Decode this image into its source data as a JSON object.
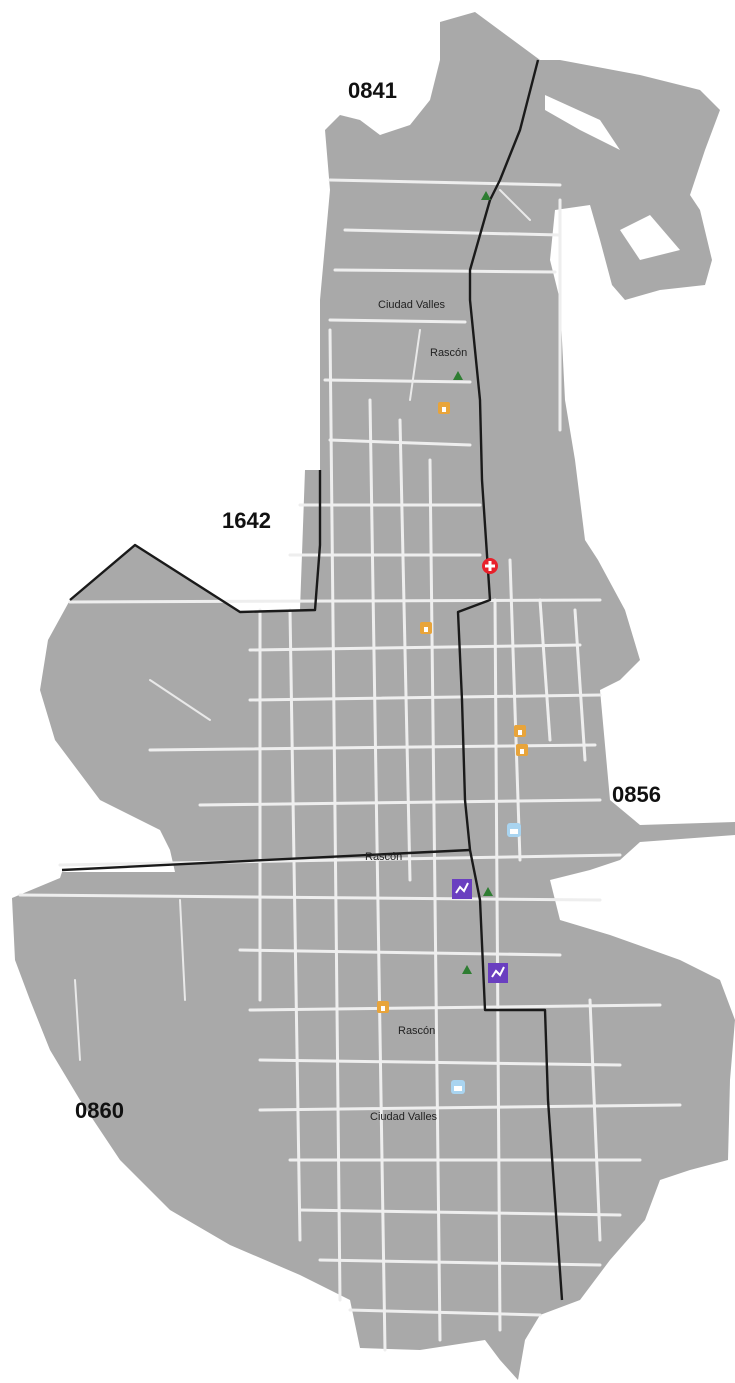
{
  "colors": {
    "land": "#a9a9a9",
    "street": "#eeeeee",
    "boundary": "#1a1a1a",
    "background": "#ffffff",
    "hospital_red": "#e8202a",
    "school_orange": "#e8a43a",
    "bank_blue": "#a9d4f0",
    "purple_poi": "#6a3fc0",
    "park_green": "#2e7d32"
  },
  "district_labels": {
    "d0841": "0841",
    "d1642": "1642",
    "d0856": "0856",
    "d0860": "0860"
  },
  "place_labels": {
    "ciudad_valles_north": "Ciudad Valles",
    "ciudad_valles_south": "Ciudad Valles",
    "rascon_north": "Rascón",
    "rascon_center": "Rascón",
    "rascon_south": "Rascón"
  },
  "icons": [
    {
      "name": "hospital-icon",
      "type": "hospital"
    },
    {
      "name": "school-icon",
      "type": "school"
    },
    {
      "name": "school-icon",
      "type": "school"
    },
    {
      "name": "school-icon",
      "type": "school"
    },
    {
      "name": "school-icon",
      "type": "school"
    },
    {
      "name": "school-icon",
      "type": "school"
    },
    {
      "name": "bank-icon",
      "type": "bank"
    },
    {
      "name": "bank-icon",
      "type": "bank"
    },
    {
      "name": "purple-poi-icon",
      "type": "purple"
    },
    {
      "name": "purple-poi-icon",
      "type": "purple"
    },
    {
      "name": "park-icon",
      "type": "park"
    },
    {
      "name": "park-icon",
      "type": "park"
    },
    {
      "name": "park-icon",
      "type": "park"
    },
    {
      "name": "park-icon",
      "type": "park"
    }
  ]
}
